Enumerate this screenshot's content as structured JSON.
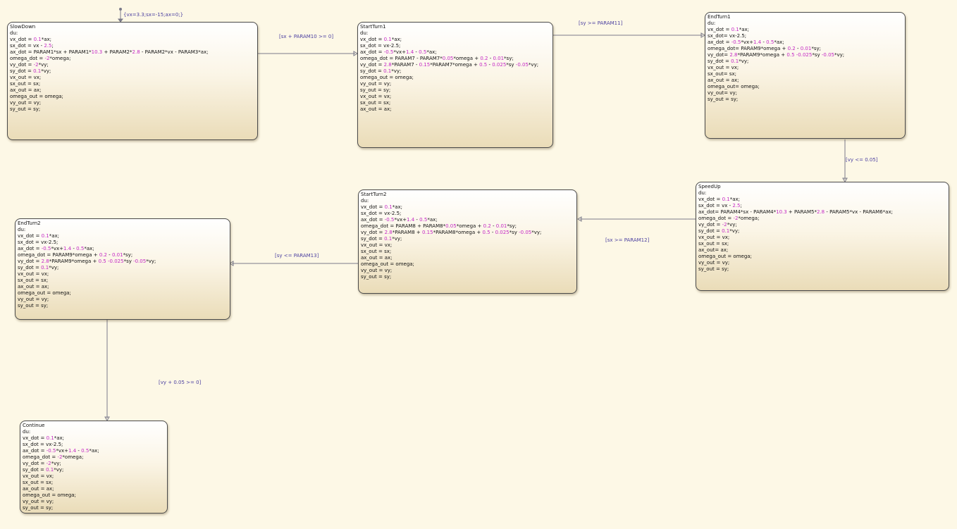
{
  "diagram": {
    "states": [
      {
        "id": "slowdown",
        "title": "SlowDown",
        "lines": [
          "du:",
          "vx_dot = 0.1*ax;",
          "sx_dot = vx - 2.5;",
          "ax_dot = PARAM1*sx + PARAM1*10.3 + PARAM2*2.8 - PARAM2*vx - PARAM3*ax;",
          "omega_dot = -2*omega;",
          "vy_dot = -2*vy;",
          "sy_dot = 0.1*vy;",
          "vx_out = vx;",
          "sx_out = sx;",
          "ax_out = ax;",
          "omega_out = omega;",
          "vy_out = vy;",
          "sy_out = sy;"
        ]
      },
      {
        "id": "startturn1",
        "title": "StartTurn1",
        "lines": [
          "du:",
          "vx_dot = 0.1*ax;",
          "sx_dot = vx-2.5;",
          "ax_dot = -0.5*vx+1.4 - 0.5*ax;",
          "omega_dot = PARAM7 - PARAM7*0.05*omega + 0.2 - 0.01*sy;",
          "vy_dot = 2.8*PARAM7 - 0.15*PARAM7*omega + 0.5 - 0.025*sy -0.05*vy;",
          "sy_dot = 0.1*vy;",
          "omega_out = omega;",
          "vy_out = vy;",
          "sy_out = sy;",
          "vx_out = vx;",
          "sx_out = sx;",
          "ax_out = ax;"
        ]
      },
      {
        "id": "endturn1",
        "title": "EndTurn1",
        "lines": [
          "du:",
          "vx_dot = 0.1*ax;",
          "sx_dot= vx-2.5;",
          "ax_dot = -0.5*vx+1.4 - 0.5*ax;",
          "omega_dot= PARAM9*omega + 0.2 - 0.01*sy;",
          "vy_dot= 2.8*PARAM9*omega + 0.5 -0.025*sy -0.05*vy;",
          "sy_dot = 0.1*vy;",
          "vx_out = vx;",
          "sx_out= sx;",
          "ax_out = ax;",
          "omega_out= omega;",
          "vy_out= vy;",
          "sy_out = sy;"
        ]
      },
      {
        "id": "speedup",
        "title": "SpeedUp",
        "lines": [
          "du:",
          "vx_dot = 0.1*ax;",
          "sx_dot = vx - 2.5;",
          "ax_dot= PARAM4*sx - PARAM4*10.3 + PARAM5*2.8 - PARAM5*vx - PARAM6*ax;",
          "omega_dot = -2*omega;",
          "vy_dot = -2*vy;",
          "sy_dot = 0.1*vy;",
          "vx_out = vx;",
          "sx_out = sx;",
          "ax_out= ax;",
          "omega_out = omega;",
          "vy_out = vy;",
          "sy_out = sy;"
        ]
      },
      {
        "id": "startturn2",
        "title": "StartTurn2",
        "lines": [
          "du:",
          "vx_dot = 0.1*ax;",
          "sx_dot = vx-2.5;",
          "ax_dot = -0.5*vx+1.4 - 0.5*ax;",
          "omega_dot = PARAM8 + PARAM8*0.05*omega + 0.2 - 0.01*sy;",
          "vy_dot = 2.8*PARAM8 + 0.15*PARAM8*omega + 0.5 - 0.025*sy -0.05*vy;",
          "sy_dot = 0.1*vy;",
          "vx_out = vx;",
          "sx_out = sx;",
          "ax_out = ax;",
          "omega_out = omega;",
          "vy_out = vy;",
          "sy_out = sy;"
        ]
      },
      {
        "id": "endturn2",
        "title": "EndTurn2",
        "lines": [
          "du:",
          "vx_dot = 0.1*ax;",
          "sx_dot = vx-2.5;",
          "ax_dot = -0.5*vx+1.4 - 0.5*ax;",
          "omega_dot = PARAM9*omega + 0.2 - 0.01*sy;",
          "vy_dot = 2.8*PARAM9*omega + 0.5 -0.025*sy -0.05*vy;",
          "sy_dot = 0.1*vy;",
          "vx_out = vx;",
          "sx_out = sx;",
          "ax_out = ax;",
          "omega_out = omega;",
          "vy_out = vy;",
          "sy_out = sy;"
        ]
      },
      {
        "id": "continue",
        "title": "Continue",
        "lines": [
          "du:",
          "vx_dot = 0.1*ax;",
          "sx_dot = vx-2.5;",
          "ax_dot = -0.5*vx+1.4 - 0.5*ax;",
          "omega_dot = -2*omega;",
          "vy_dot = -2*vy;",
          "sy_dot = 0.1*vy;",
          "vx_out = vx;",
          "sx_out = sx;",
          "ax_out = ax;",
          "omega_out = omega;",
          "vy_out = vy;",
          "sy_out = sy;"
        ]
      }
    ],
    "transitions": [
      {
        "id": "default",
        "from": "",
        "to": "slowdown",
        "label": "{vx=3.3;sx=-15;ax=0;}"
      },
      {
        "id": "t1",
        "from": "slowdown",
        "to": "startturn1",
        "label": "[sx + PARAM10 >= 0]"
      },
      {
        "id": "t2",
        "from": "startturn1",
        "to": "endturn1",
        "label": "[sy >= PARAM11]"
      },
      {
        "id": "t3",
        "from": "endturn1",
        "to": "speedup",
        "label": "[vy <= 0.05]"
      },
      {
        "id": "t4",
        "from": "speedup",
        "to": "startturn2",
        "label": "[sx >= PARAM12]"
      },
      {
        "id": "t5",
        "from": "startturn2",
        "to": "endturn2",
        "label": "[sy <= PARAM13]"
      },
      {
        "id": "t6",
        "from": "endturn2",
        "to": "continue",
        "label": "[vy + 0.05 >= 0]"
      }
    ],
    "colors": {
      "background": "#fdf8e6",
      "state_border": "#4a4a4a",
      "state_fill_top": "#ffffff",
      "state_fill_bottom": "#eadcb8",
      "text": "#111111",
      "number": "#c428c4",
      "transition_label": "#4b3fa0",
      "wire": "#7a7a8a"
    }
  }
}
